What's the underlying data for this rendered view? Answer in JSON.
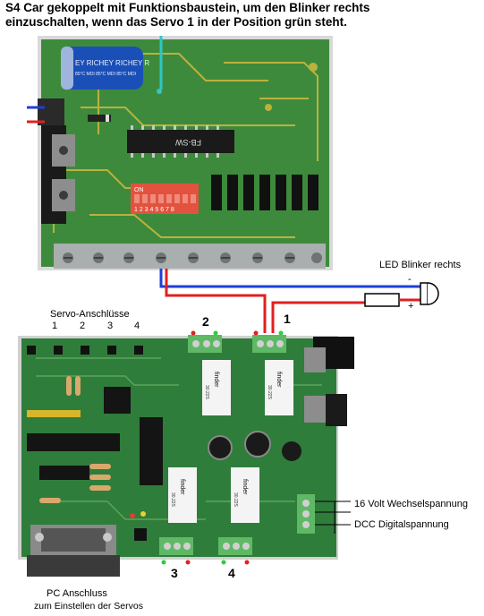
{
  "caption": {
    "line1": "S4 Car gekoppelt mit Funktionsbaustein, um den Blinker rechts",
    "line2": "einzuschalten, wenn das Servo 1 in der Position grün steht."
  },
  "top_board": {
    "capacitor_text": "EY RICHEY RICHEY R",
    "capacitor_small": "85°C MDI 85°C MDI 85°C MDI",
    "chip_text": "FB-SW",
    "dip_label": "ON",
    "dip_numbers": "1 2 3 4 5 6 7 8"
  },
  "led": {
    "label": "LED Blinker rechts",
    "minus": "-",
    "plus": "+"
  },
  "servo": {
    "title": "Servo-Anschlüsse",
    "numbers": [
      "1",
      "2",
      "3",
      "4"
    ]
  },
  "connectors": {
    "n1": "1",
    "n2": "2",
    "n3": "3",
    "n4": "4"
  },
  "relays": {
    "brand": "finder",
    "code": "30.22S"
  },
  "power": {
    "ac": "16 Volt Wechselspannung",
    "dcc": "DCC Digitalspannung"
  },
  "pc": {
    "line1": "PC Anschluss",
    "line2": "zum Einstellen der Servos"
  },
  "colors": {
    "board": "#2f7d3a",
    "board_dark": "#1d5a27",
    "trace": "#c7b13a",
    "wire_red": "#e02020",
    "wire_blue": "#1f3fd6",
    "terminal": "#a9aeae"
  }
}
